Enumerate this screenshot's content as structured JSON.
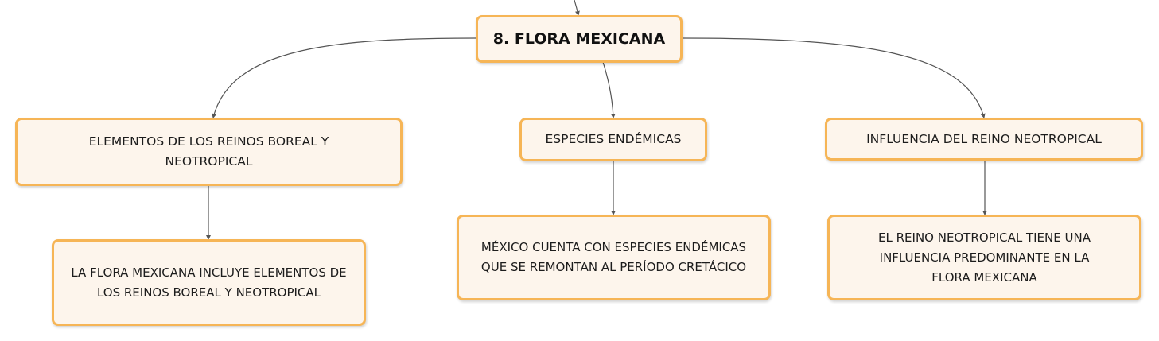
{
  "root": {
    "label": "8. FLORA MEXICANA"
  },
  "branches": [
    {
      "label": "ELEMENTOS DE LOS REINOS BOREAL Y NEOTROPICAL",
      "child": {
        "label": "LA FLORA MEXICANA INCLUYE ELEMENTOS DE LOS REINOS BOREAL Y NEOTROPICAL"
      }
    },
    {
      "label": "ESPECIES ENDÉMICAS",
      "child": {
        "label": "MÉXICO CUENTA CON ESPECIES ENDÉMICAS QUE SE REMONTAN AL PERÍODO CRETÁCICO"
      }
    },
    {
      "label": "INFLUENCIA DEL REINO NEOTROPICAL",
      "child": {
        "label": "EL REINO NEOTROPICAL TIENE UNA INFLUENCIA PREDOMINANTE EN LA FLORA MEXICANA"
      }
    }
  ],
  "colors": {
    "node_fill": "#fdf5ec",
    "node_border": "#f6b556",
    "connector": "#555555"
  }
}
